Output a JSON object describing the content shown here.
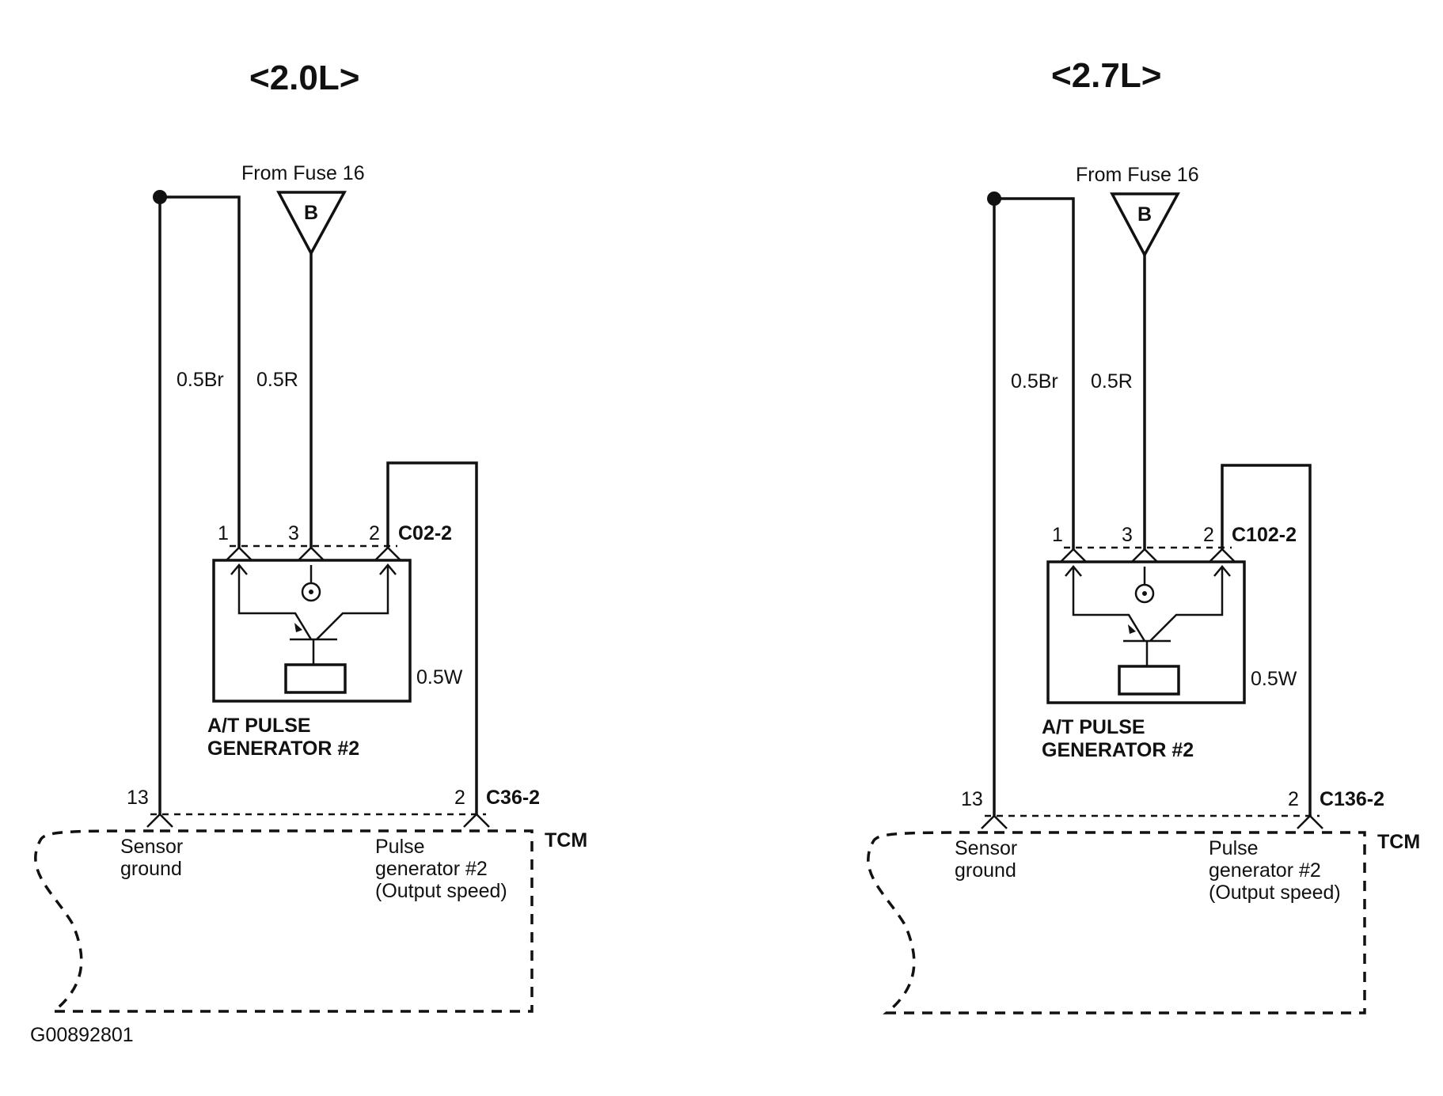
{
  "figure_id": "G00892801",
  "panels": [
    {
      "title": "<2.0L>",
      "fuse_label": "From Fuse 16",
      "fuse_letter": "B",
      "wire_left": "0.5Br",
      "wire_mid": "0.5R",
      "wire_right": "0.5W",
      "pin1": "1",
      "pin3": "3",
      "pin2": "2",
      "sensor_connector": "C02-2",
      "device_line1": "A/T PULSE",
      "device_line2": "GENERATOR #2",
      "tcm_pin_left": "13",
      "tcm_pin_right": "2",
      "tcm_connector": "C36-2",
      "module": "TCM",
      "sensor_ground_line1": "Sensor",
      "sensor_ground_line2": "ground",
      "pulse_line1": "Pulse",
      "pulse_line2": "generator #2",
      "pulse_line3": "(Output speed)"
    },
    {
      "title": "<2.7L>",
      "fuse_label": "From Fuse 16",
      "fuse_letter": "B",
      "wire_left": "0.5Br",
      "wire_mid": "0.5R",
      "wire_right": "0.5W",
      "pin1": "1",
      "pin3": "3",
      "pin2": "2",
      "sensor_connector": "C102-2",
      "device_line1": "A/T PULSE",
      "device_line2": "GENERATOR #2",
      "tcm_pin_left": "13",
      "tcm_pin_right": "2",
      "tcm_connector": "C136-2",
      "module": "TCM",
      "sensor_ground_line1": "Sensor",
      "sensor_ground_line2": "ground",
      "pulse_line1": "Pulse",
      "pulse_line2": "generator #2",
      "pulse_line3": "(Output speed)"
    }
  ]
}
